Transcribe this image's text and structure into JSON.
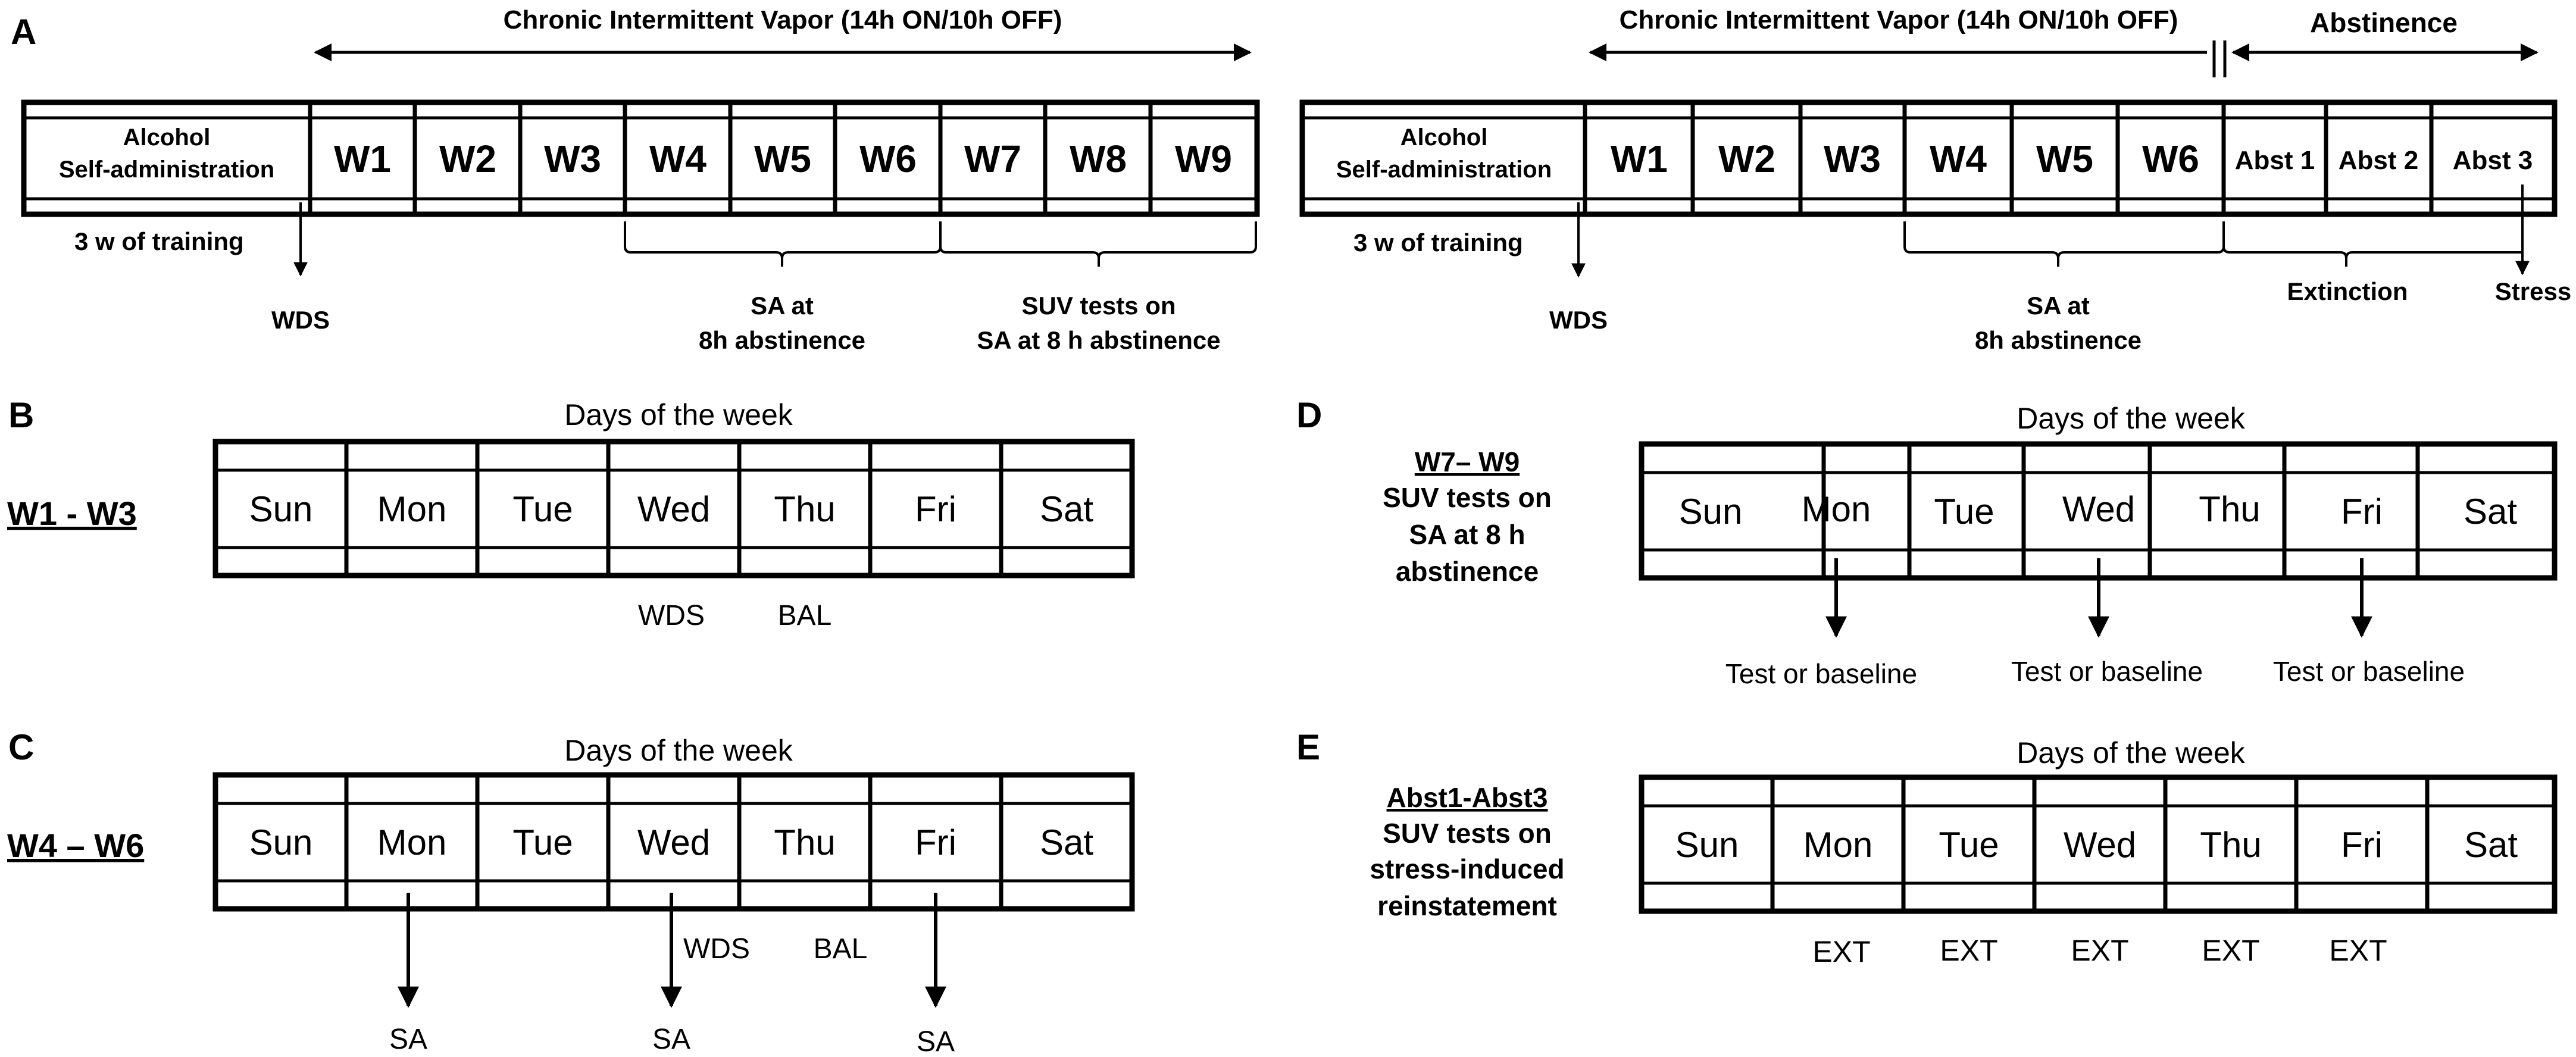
{
  "panel_a_left": {
    "letter": "A",
    "vapor_label": "Chronic Intermittent Vapor (14h ON/10h OFF)",
    "first_cell": [
      "Alcohol",
      "Self-administration"
    ],
    "weeks": [
      "W1",
      "W2",
      "W3",
      "W4",
      "W5",
      "W6",
      "W7",
      "W8",
      "W9"
    ],
    "training_label": "3 w of training",
    "wds_label": "WDS",
    "sa_label": [
      "SA at",
      "8h abstinence"
    ],
    "suv_label": [
      "SUV tests on",
      "SA at 8 h abstinence"
    ]
  },
  "panel_a_right": {
    "vapor_label": "Chronic Intermittent Vapor (14h ON/10h OFF)",
    "abstinence_label": "Abstinence",
    "first_cell": [
      "Alcohol",
      "Self-administration"
    ],
    "weeks": [
      "W1",
      "W2",
      "W3",
      "W4",
      "W5",
      "W6",
      "Abst 1",
      "Abst 2",
      "Abst 3"
    ],
    "training_label": "3 w of training",
    "wds_label": "WDS",
    "sa_label": [
      "SA at",
      "8h abstinence"
    ],
    "extinction_label": "Extinction",
    "stress_label": "Stress"
  },
  "panel_b": {
    "letter": "B",
    "side_label": "W1 - W3",
    "title": "Days of the week",
    "days": [
      "Sun",
      "Mon",
      "Tue",
      "Wed",
      "Thu",
      "Fri",
      "Sat"
    ],
    "wds": "WDS",
    "bal": "BAL"
  },
  "panel_c": {
    "letter": "C",
    "side_label": "W4 – W6",
    "title": "Days of the week",
    "days": [
      "Sun",
      "Mon",
      "Tue",
      "Wed",
      "Thu",
      "Fri",
      "Sat"
    ],
    "wds": "WDS",
    "bal": "BAL",
    "sa": "SA"
  },
  "panel_d": {
    "letter": "D",
    "side_label": [
      "W7– W9",
      "SUV tests on",
      "SA at 8 h",
      "abstinence"
    ],
    "title": "Days of the week",
    "days": [
      "Sun",
      "Mon",
      "Tue",
      "Wed",
      "Thu",
      "Fri",
      "Sat"
    ],
    "test_label": "Test or baseline"
  },
  "panel_e": {
    "letter": "E",
    "side_label": [
      "Abst1-Abst3",
      "SUV tests on",
      "stress-induced",
      "reinstatement"
    ],
    "title": "Days of the week",
    "days": [
      "Sun",
      "Mon",
      "Tue",
      "Wed",
      "Thu",
      "Fri",
      "Sat"
    ],
    "ext": "EXT"
  }
}
